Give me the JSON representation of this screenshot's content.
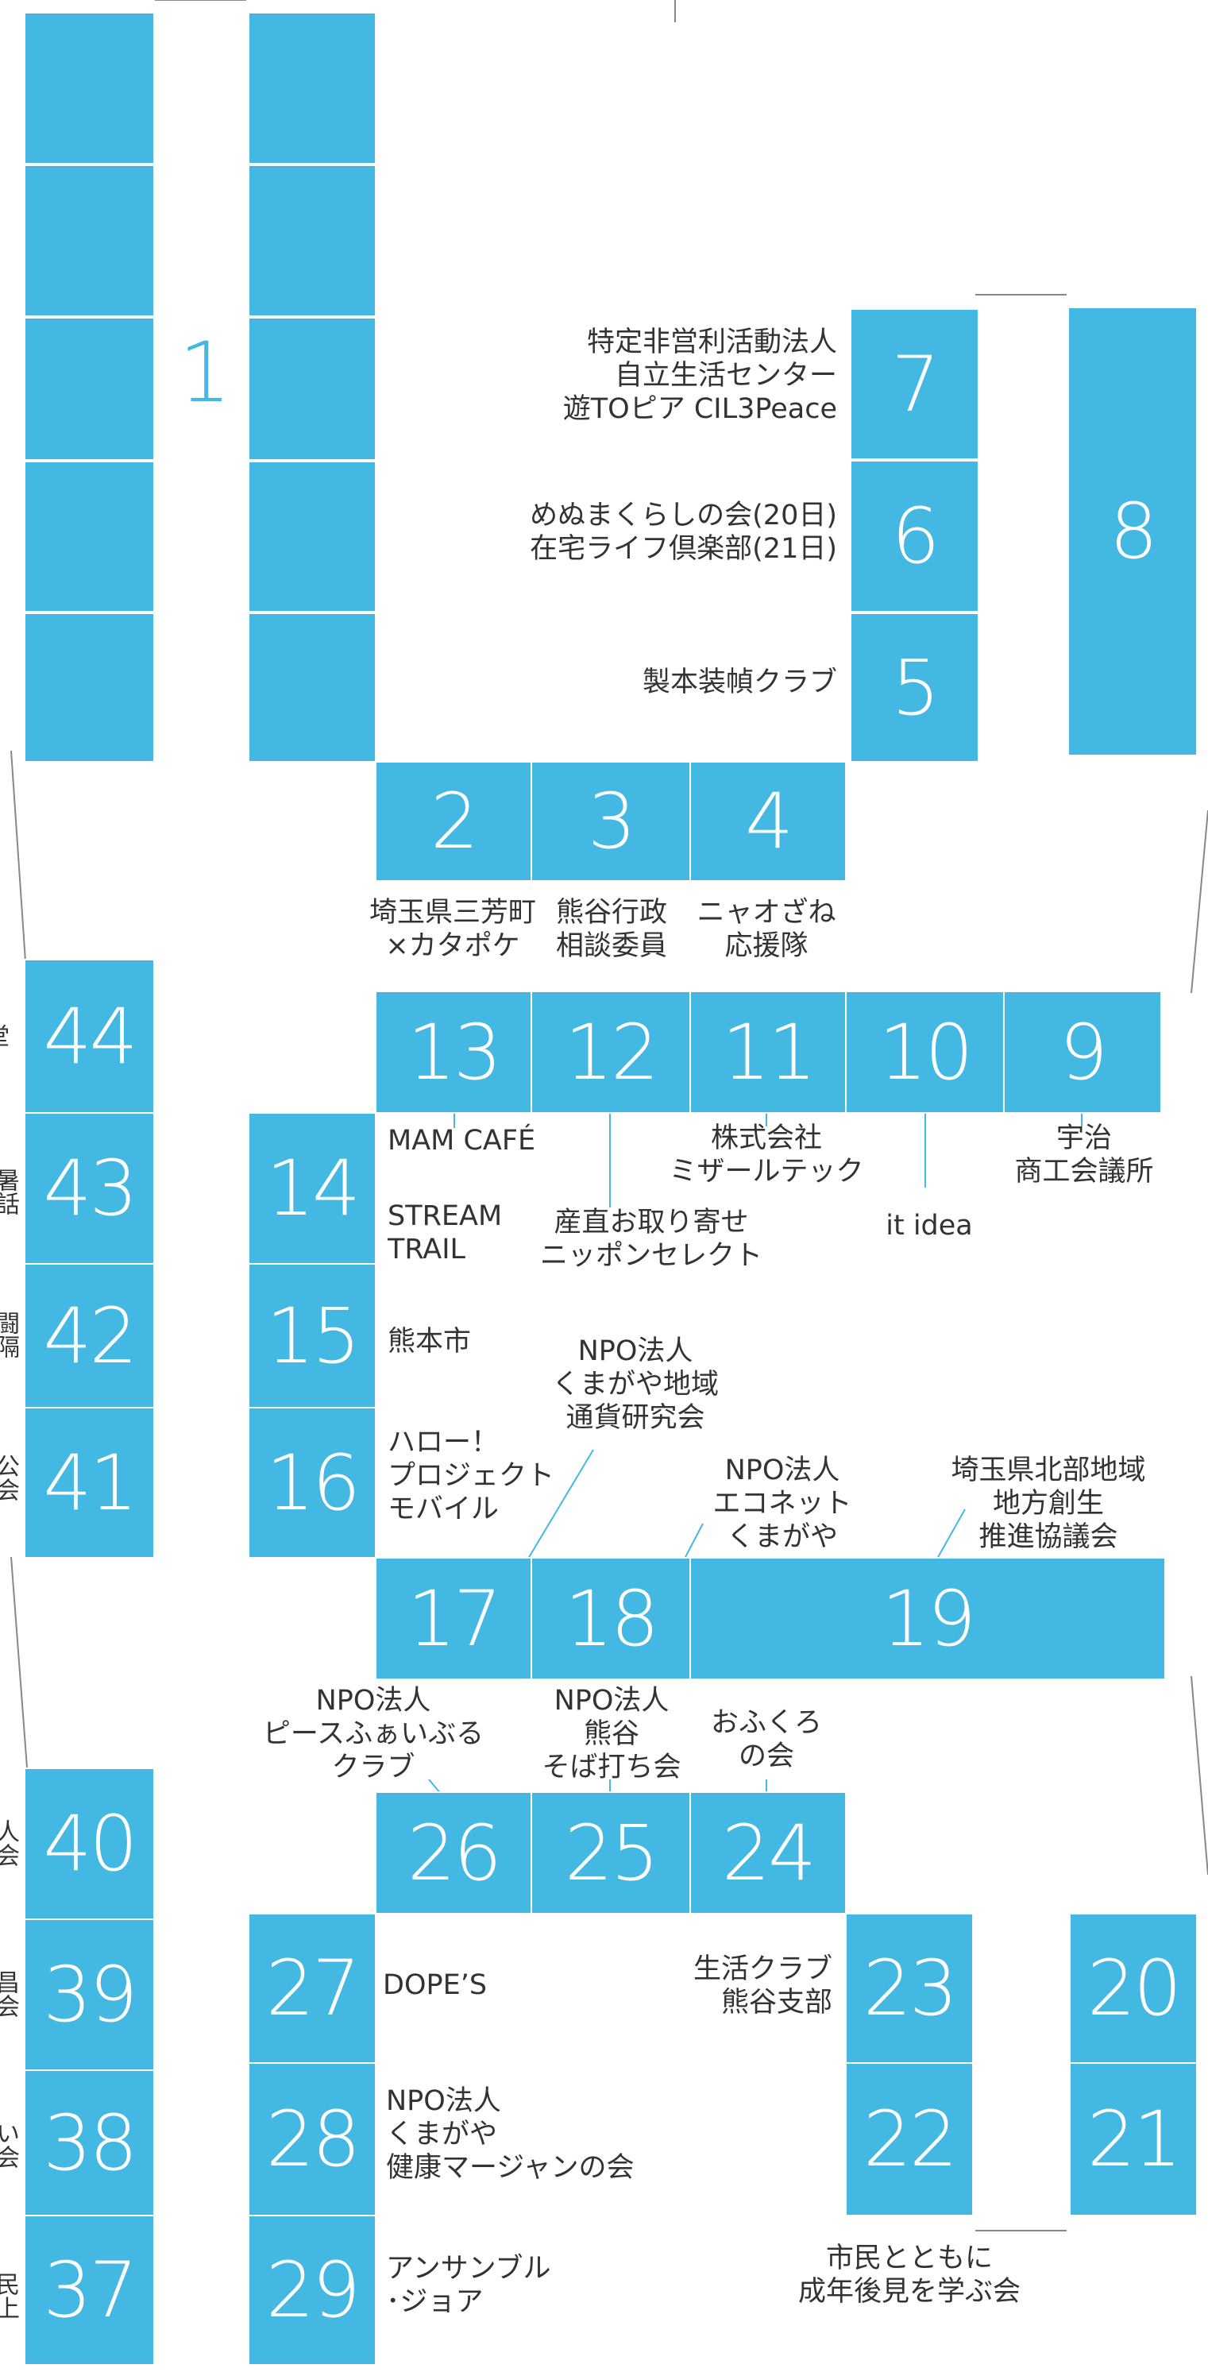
{
  "colors": {
    "booth": "#42b8e3",
    "text": "#333333",
    "line": "#42b8e3",
    "wall": "#888888"
  },
  "area_number": "1",
  "booths": {
    "b2": "2",
    "b3": "3",
    "b4": "4",
    "b5": "5",
    "b6": "6",
    "b7": "7",
    "b8": "8",
    "b9": "9",
    "b10": "10",
    "b11": "11",
    "b12": "12",
    "b13": "13",
    "b14": "14",
    "b15": "15",
    "b16": "16",
    "b17": "17",
    "b18": "18",
    "b19": "19",
    "b20": "20",
    "b21": "21",
    "b22": "22",
    "b23": "23",
    "b24": "24",
    "b25": "25",
    "b26": "26",
    "b27": "27",
    "b28": "28",
    "b29": "29",
    "b37": "37",
    "b38": "38",
    "b39": "39",
    "b40": "40",
    "b41": "41",
    "b42": "42",
    "b43": "43",
    "b44": "44"
  },
  "exhibitors": {
    "e7": "特定非営利活動法人\n自立生活センター\n遊TOピア CIL3Peace",
    "e6": "めぬまくらしの会(20日)\n在宅ライフ倶楽部(21日)",
    "e5": "製本装幀クラブ",
    "e2": "埼玉県三芳町\n×カタポケ",
    "e3": "熊谷行政\n相談委員",
    "e4": "ニャオざね\n応援隊",
    "e13": "MAM CAFÉ",
    "e12": "産直お取り寄せ\nニッポンセレクト",
    "e11": "株式会社\nミザールテック",
    "e10": "it idea",
    "e9": "宇治\n商工会議所",
    "e14": "STREAM\nTRAIL",
    "e15": "熊本市",
    "e16": "ハロー！\nプロジェクト\nモバイル",
    "e17": "NPO法人\nくまがや地域\n通貨研究会",
    "e18": "NPO法人\nエコネット\nくまがや",
    "e19": "埼玉県北部地域\n地方創生\n推進協議会",
    "e26": "NPO法人\nピースふぁいぶる\nクラブ",
    "e25": "NPO法人\n熊谷\nそば打ち会",
    "e24": "おふくろ\nの会",
    "e27": "DOPE’S",
    "e23": "生活クラブ\n熊谷支部",
    "e28": "NPO法人\nくまがや\n健康マージャンの会",
    "e29": "アンサンブル\n･ジョア",
    "e22": "市民とともに\n成年後見を学ぶ会"
  },
  "left_edge_glyphs": [
    "堂",
    "暑話",
    "闘隔",
    "公会",
    "人会",
    "昌会",
    "い会",
    "民上"
  ]
}
